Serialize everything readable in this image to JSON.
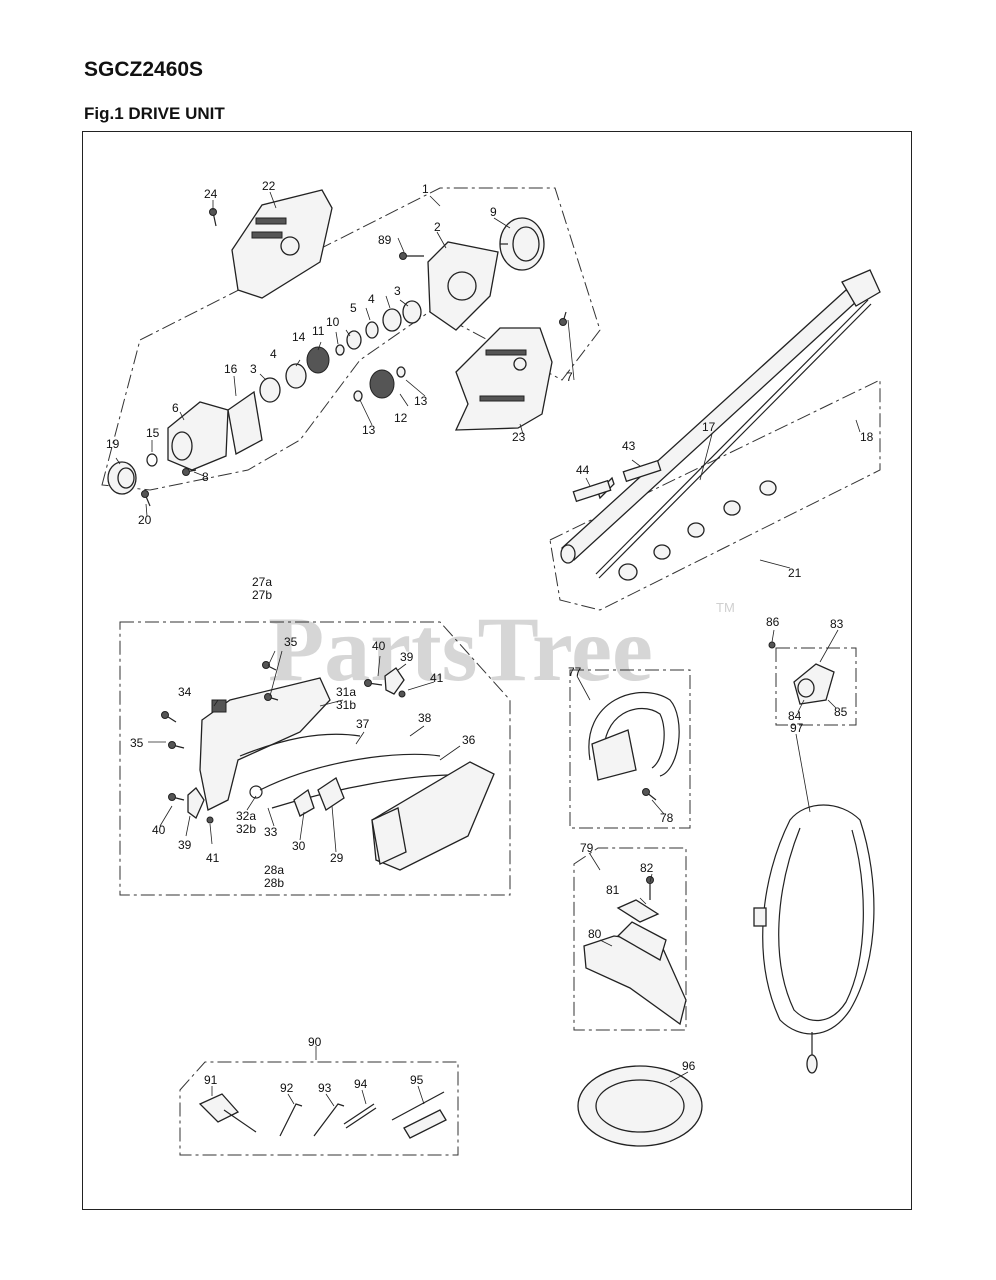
{
  "header": {
    "model": "SGCZ2460S",
    "figure": "Fig.1 DRIVE UNIT"
  },
  "watermark": {
    "text": "PartsTree",
    "trademark": "TM"
  },
  "callouts": [
    "1",
    "2",
    "3",
    "3",
    "4",
    "4",
    "5",
    "6",
    "7",
    "8",
    "9",
    "10",
    "11",
    "12",
    "13",
    "13",
    "14",
    "15",
    "16",
    "17",
    "18",
    "19",
    "20",
    "21",
    "22",
    "23",
    "24",
    "27a",
    "27b",
    "28a",
    "28b",
    "29",
    "30",
    "31a",
    "31b",
    "32a",
    "32b",
    "33",
    "34",
    "35",
    "35",
    "36",
    "37",
    "38",
    "39",
    "39",
    "40",
    "40",
    "41",
    "41",
    "43",
    "44",
    "77",
    "78",
    "79",
    "80",
    "81",
    "82",
    "83",
    "84",
    "85",
    "86",
    "89",
    "90",
    "91",
    "92",
    "93",
    "94",
    "95",
    "96",
    "97"
  ]
}
